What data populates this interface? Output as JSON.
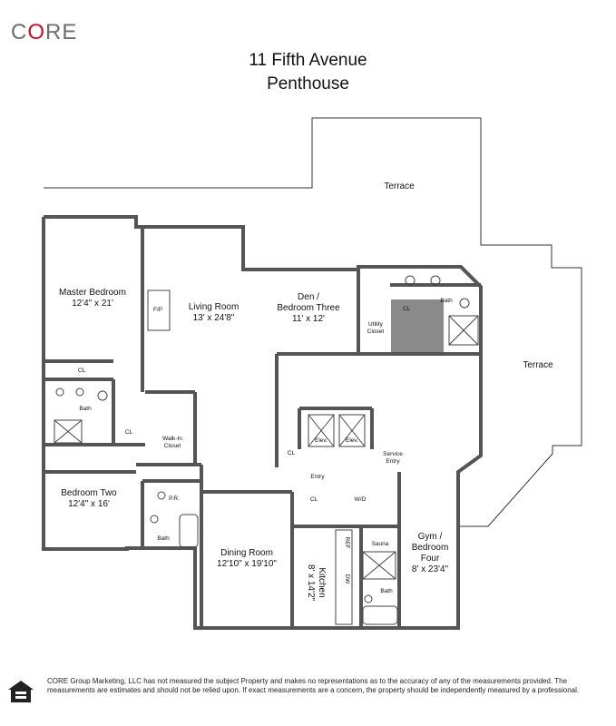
{
  "logo": {
    "prefix": "C",
    "o": "O",
    "suffix": "RE"
  },
  "title": {
    "line1": "11 Fifth Avenue",
    "line2": "Penthouse"
  },
  "rooms": {
    "terrace_top": "Terrace",
    "terrace_right": "Terrace",
    "master_bedroom": {
      "name": "Master Bedroom",
      "dims": "12'4\" x 21'"
    },
    "living_room": {
      "name": "Living Room",
      "dims": "13' x 24'8\""
    },
    "den": {
      "name": "Den /",
      "name2": "Bedroom Three",
      "dims": "11' x 12'"
    },
    "bedroom_two": {
      "name": "Bedroom Two",
      "dims": "12'4\" x 16'"
    },
    "dining_room": {
      "name": "Dining Room",
      "dims": "12'10\" x 19'10\""
    },
    "kitchen": {
      "name": "Kitchen",
      "dims": "8' x 14'2\""
    },
    "gym": {
      "name": "Gym /",
      "name2": "Bedroom",
      "name3": "Four",
      "dims": "8' x 23'4\""
    },
    "walk_in_closet": {
      "line1": "Walk-In",
      "line2": "Closet"
    },
    "utility_closet": {
      "line1": "Utility",
      "line2": "Closet"
    },
    "service_entry": {
      "line1": "Service",
      "line2": "Entry"
    },
    "entry": "Entry",
    "elev1": "Elev.",
    "elev2": "Elev.",
    "sauna": "Sauna",
    "fp": "F/P",
    "cl_master": "CL",
    "cl_bedtwo": "CL",
    "cl_den": "CL",
    "cl_entry": "CL",
    "cl_dining": "CL",
    "wd": "W/D",
    "pr": "P.R.",
    "bath_master": "Bath",
    "bath_bedtwo": "Bath",
    "bath_den": "Bath",
    "bath_gym": "Bath",
    "ref": "REF",
    "dw": "DW"
  },
  "disclaimer": "CORE Group Marketing, LLC has not measured the subject Property and makes no representations as to the accuracy of any of the measurements provided. The measurements are estimates and should not be relied upon. If exact measurements are a concern, the property should be independently measured by a professional."
}
